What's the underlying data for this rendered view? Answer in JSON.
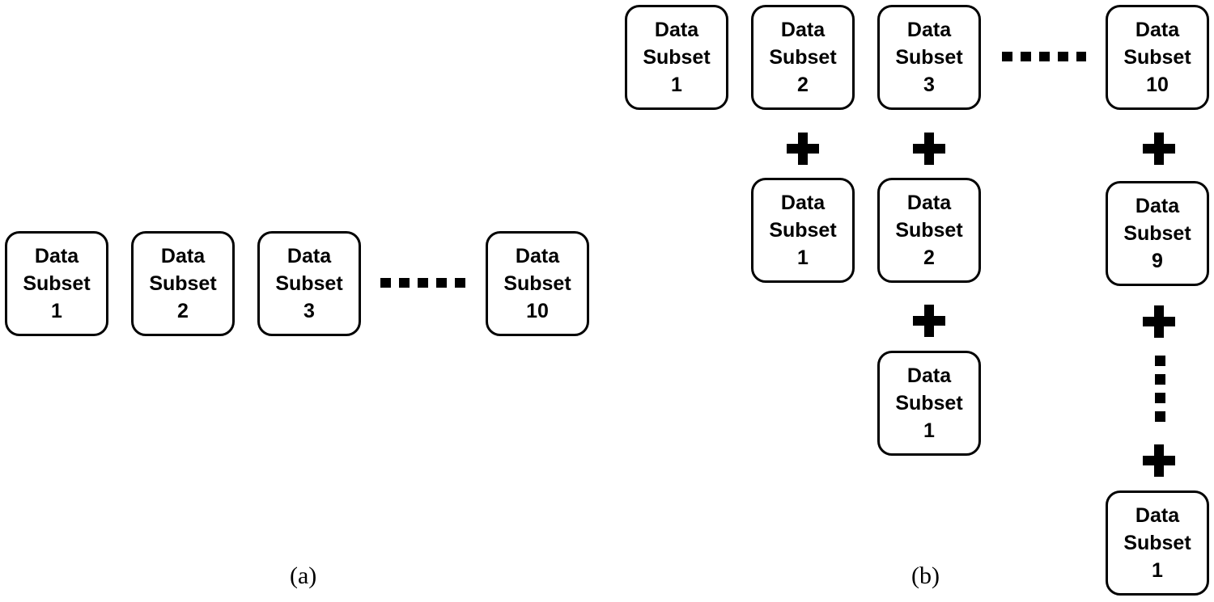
{
  "box_line1": "Data",
  "box_line2": "Subset",
  "panel_a": {
    "caption": "(a)",
    "boxes": [
      "1",
      "2",
      "3",
      "10"
    ]
  },
  "panel_b": {
    "caption": "(b)",
    "columns": [
      [
        "1"
      ],
      [
        "2",
        "1"
      ],
      [
        "3",
        "2",
        "1"
      ],
      [
        "10",
        "9",
        "1"
      ]
    ]
  }
}
